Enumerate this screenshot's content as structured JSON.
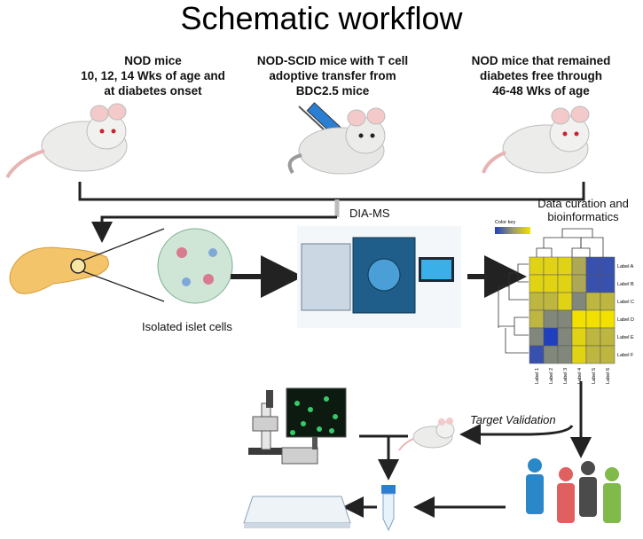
{
  "title": "Schematic workflow",
  "columns": [
    {
      "label": "NOD mice\n10, 12, 14 Wks of age and\nat diabetes onset"
    },
    {
      "label": "NOD-SCID mice with T cell\nadoptive transfer from\nBDC2.5 mice"
    },
    {
      "label": "NOD mice that remained\ndiabetes free through\n46-48 Wks of age"
    }
  ],
  "steps": {
    "islets": "Isolated islet cells",
    "dia_ms": "DIA-MS",
    "bioinfo": "Data curation and\nbioinformatics",
    "validation": "Target Validation"
  },
  "heatmap": {
    "color_key": "Color key",
    "rows": [
      "Label A",
      "Label B",
      "Label C",
      "Label D",
      "Label E",
      "Label F"
    ],
    "cols": [
      "Label 1",
      "Label 2",
      "Label 3",
      "Label 4",
      "Label 5",
      "Label 6"
    ],
    "values": [
      [
        0.9,
        0.9,
        0.9,
        0.6,
        0.1,
        0.1
      ],
      [
        0.9,
        0.9,
        0.9,
        0.6,
        0.1,
        0.1
      ],
      [
        0.7,
        0.7,
        0.9,
        0.4,
        0.7,
        0.7
      ],
      [
        0.7,
        0.4,
        0.4,
        1.0,
        1.0,
        1.0
      ],
      [
        0.4,
        0.0,
        0.4,
        0.9,
        0.7,
        0.7
      ],
      [
        0.1,
        0.4,
        0.4,
        0.9,
        0.7,
        0.7
      ]
    ],
    "colors": {
      "low": "#1f3fbf",
      "mid": "#9a9a6a",
      "high": "#f2e100"
    }
  }
}
